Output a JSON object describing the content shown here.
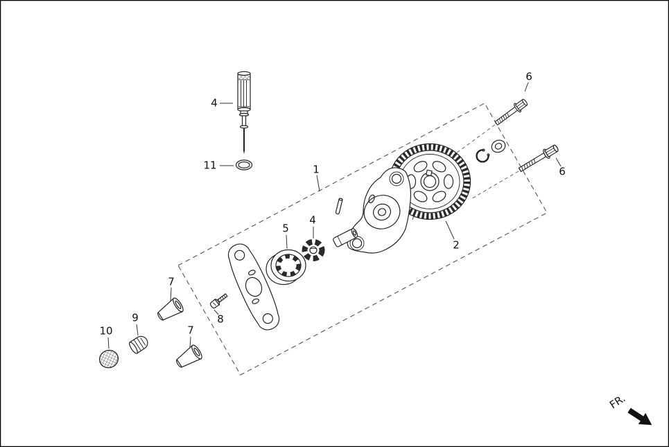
{
  "figure": {
    "background": "#ffffff",
    "line_color": "#222222"
  },
  "callouts": {
    "plunger": {
      "label": "4"
    },
    "oring": {
      "label": "11"
    },
    "assembly": {
      "label": "1"
    },
    "driven_gear": {
      "label": "2"
    },
    "bolt_upper": {
      "label": "6"
    },
    "bolt_lower": {
      "label": "6"
    },
    "outer_rotor": {
      "label": "5"
    },
    "inner_rotor": {
      "label": "4"
    },
    "screw": {
      "label": "8"
    },
    "cone_upper": {
      "label": "7"
    },
    "cone_lower": {
      "label": "7"
    },
    "cap": {
      "label": "9"
    },
    "strainer": {
      "label": "10"
    }
  },
  "direction": {
    "label": "FR."
  }
}
